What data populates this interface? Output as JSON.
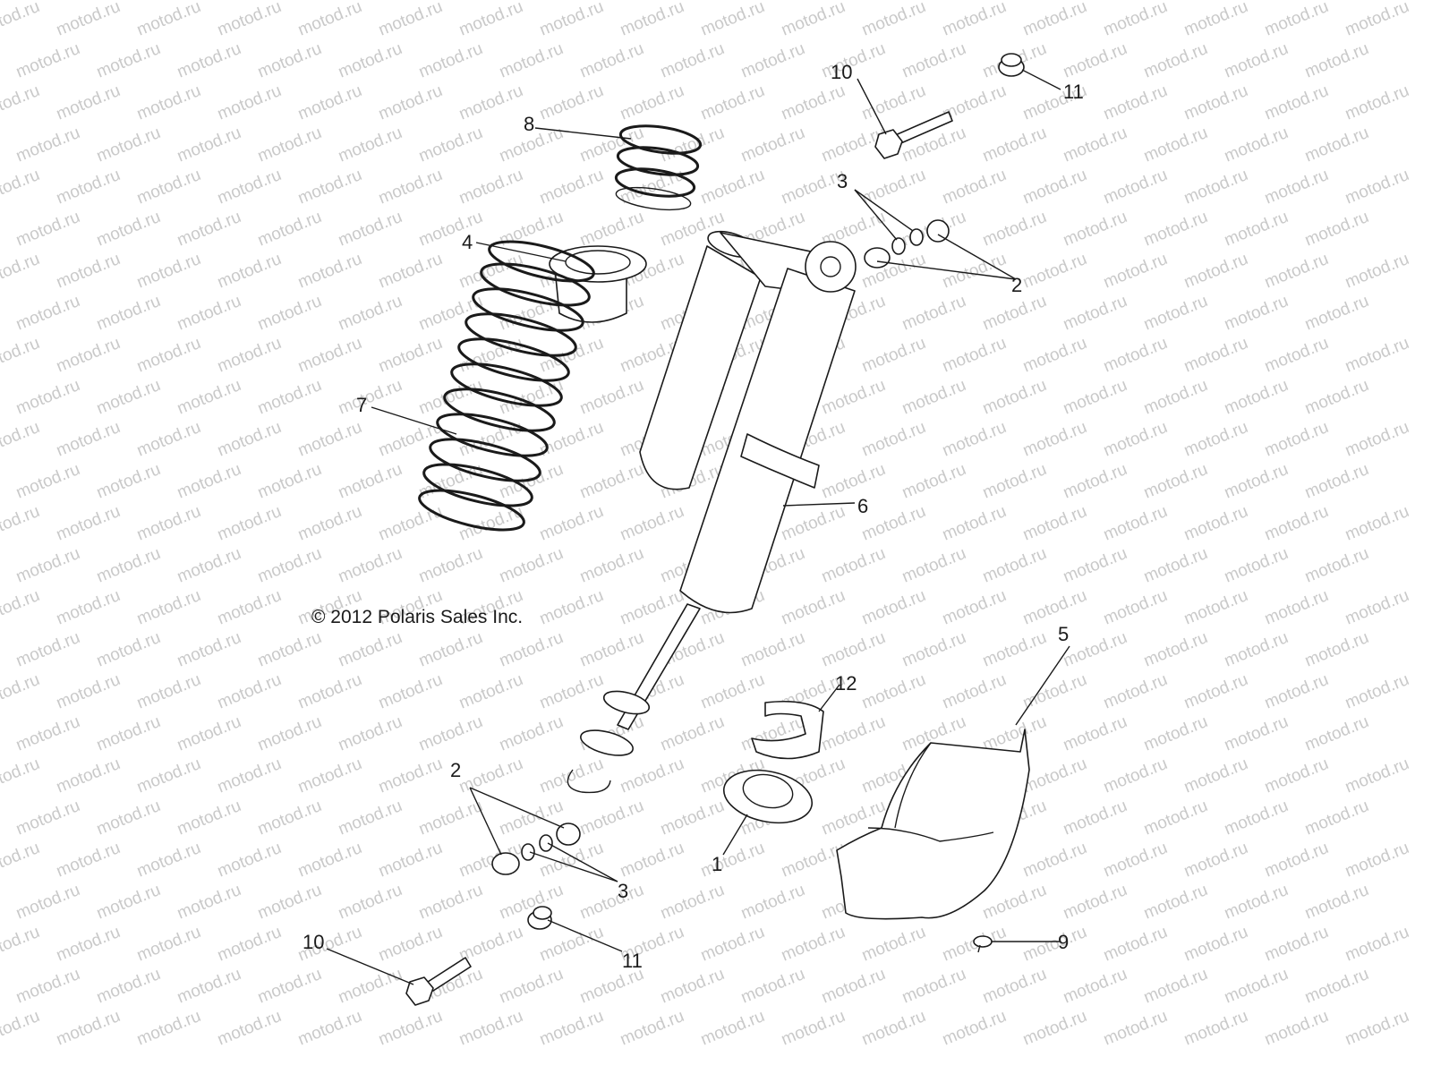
{
  "watermark": "motod.ru",
  "copyright": "© 2012 Polaris Sales Inc.",
  "callouts": {
    "c1": "1",
    "c2a": "2",
    "c2b": "2",
    "c3a": "3",
    "c3b": "3",
    "c4": "4",
    "c5": "5",
    "c6": "6",
    "c7": "7",
    "c8": "8",
    "c9": "9",
    "c10a": "10",
    "c10b": "10",
    "c11a": "11",
    "c11b": "11",
    "c12": "12"
  }
}
